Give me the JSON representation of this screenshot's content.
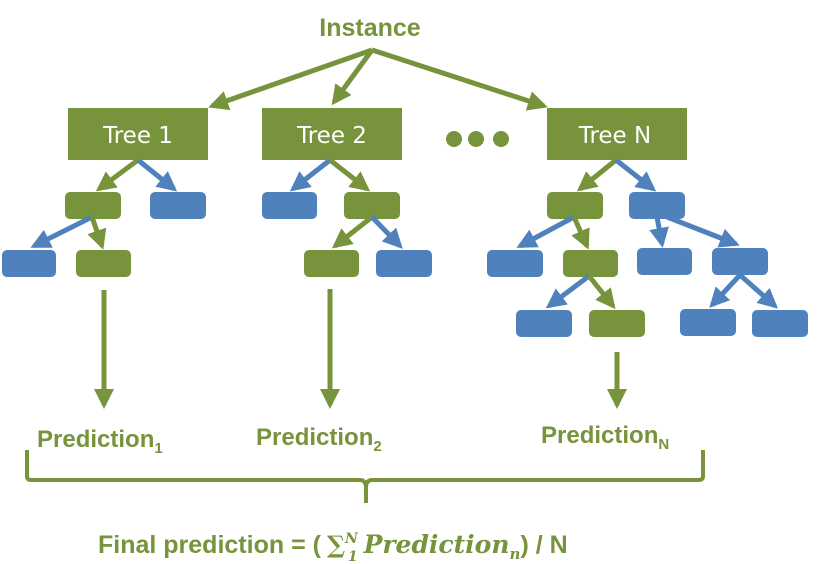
{
  "colors": {
    "green": "#77933c",
    "blue": "#4f81bd",
    "text_white": "#ffffff"
  },
  "instance_label": "Instance",
  "ellipsis_label": "three dots (more trees)",
  "trees": [
    {
      "title": "Tree 1",
      "nodes": [
        {
          "id": "t1-l2-a",
          "color": "green",
          "on_path": true
        },
        {
          "id": "t1-l2-b",
          "color": "blue",
          "on_path": false
        },
        {
          "id": "t1-l3-a",
          "color": "blue",
          "on_path": false
        },
        {
          "id": "t1-l3-b",
          "color": "green",
          "on_path": true
        }
      ],
      "prediction": {
        "base": "Prediction",
        "subscript": "1"
      }
    },
    {
      "title": "Tree 2",
      "nodes": [
        {
          "id": "t2-l2-a",
          "color": "blue",
          "on_path": false
        },
        {
          "id": "t2-l2-b",
          "color": "green",
          "on_path": true
        },
        {
          "id": "t2-l3-a",
          "color": "green",
          "on_path": true
        },
        {
          "id": "t2-l3-b",
          "color": "blue",
          "on_path": false
        }
      ],
      "prediction": {
        "base": "Prediction",
        "subscript": "2"
      }
    },
    {
      "title": "Tree N",
      "nodes": [
        {
          "id": "tn-l2-a",
          "color": "green",
          "on_path": true
        },
        {
          "id": "tn-l2-b",
          "color": "blue",
          "on_path": false
        },
        {
          "id": "tn-l3-a",
          "color": "blue",
          "on_path": false
        },
        {
          "id": "tn-l3-b",
          "color": "green",
          "on_path": true
        },
        {
          "id": "tn-l3-c",
          "color": "blue",
          "on_path": false
        },
        {
          "id": "tn-l3-d",
          "color": "blue",
          "on_path": false
        },
        {
          "id": "tn-l4-a",
          "color": "blue",
          "on_path": false
        },
        {
          "id": "tn-l4-b",
          "color": "green",
          "on_path": true
        },
        {
          "id": "tn-l4-c",
          "color": "blue",
          "on_path": false
        },
        {
          "id": "tn-l4-d",
          "color": "blue",
          "on_path": false
        }
      ],
      "prediction": {
        "base": "Prediction",
        "subscript": "N"
      }
    }
  ],
  "formula": {
    "prefix": "Final prediction = (",
    "sum_symbol": "∑",
    "sum_lower": "1",
    "sum_upper": "N",
    "term_base": "Prediction",
    "term_subscript": "n",
    "suffix": ") / N"
  }
}
